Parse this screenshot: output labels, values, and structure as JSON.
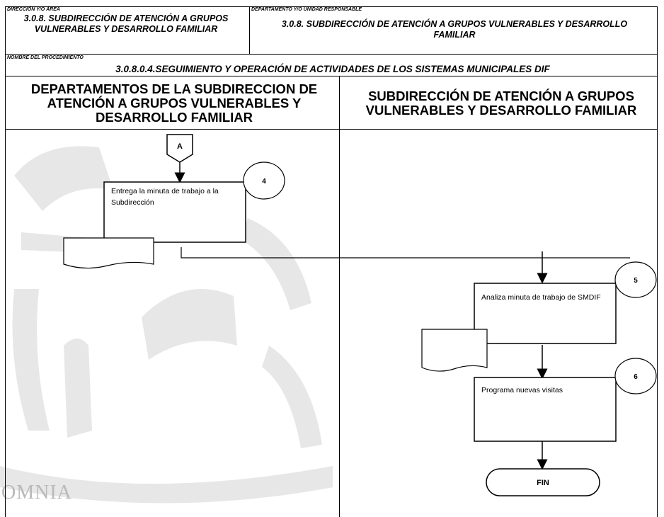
{
  "header": {
    "area_label": "DIRECCIÓN Y/O ÁREA",
    "area_value": "3.0.8. SUBDIRECCIÓN DE ATENCIÓN A GRUPOS VULNERABLES Y DESARROLLO FAMILIAR",
    "dept_label": "DEPARTAMENTO Y/O UNIDAD RESPONSABLE",
    "dept_value": "3.0.8. SUBDIRECCIÓN DE ATENCIÓN A GRUPOS VULNERABLES Y DESARROLLO FAMILIAR",
    "procedure_label": "NOMBRE DEL PROCEDIMIENTO",
    "procedure_value": "3.0.8.0.4.SEGUIMIENTO Y OPERACIÓN DE ACTIVIDADES DE LOS SISTEMAS MUNICIPALES DIF"
  },
  "lanes": {
    "left_title": "DEPARTAMENTOS DE LA SUBDIRECCION DE ATENCIÓN A GRUPOS VULNERABLES Y DESARROLLO FAMILIAR",
    "right_title": "SUBDIRECCIÓN DE ATENCIÓN A GRUPOS VULNERABLES Y DESARROLLO FAMILIAR"
  },
  "flow": {
    "connector_a": "A",
    "step4_number": "4",
    "step4_text": "Entrega la minuta de trabajo a la Subdirección",
    "step5_number": "5",
    "step5_text": "Analiza minuta de trabajo de SMDIF",
    "step6_number": "6",
    "step6_text": "Programa nuevas visitas",
    "end_label": "FIN"
  },
  "watermark_text": "OMNIA",
  "colors": {
    "line": "#000000",
    "watermark": "#b9b9b9"
  }
}
